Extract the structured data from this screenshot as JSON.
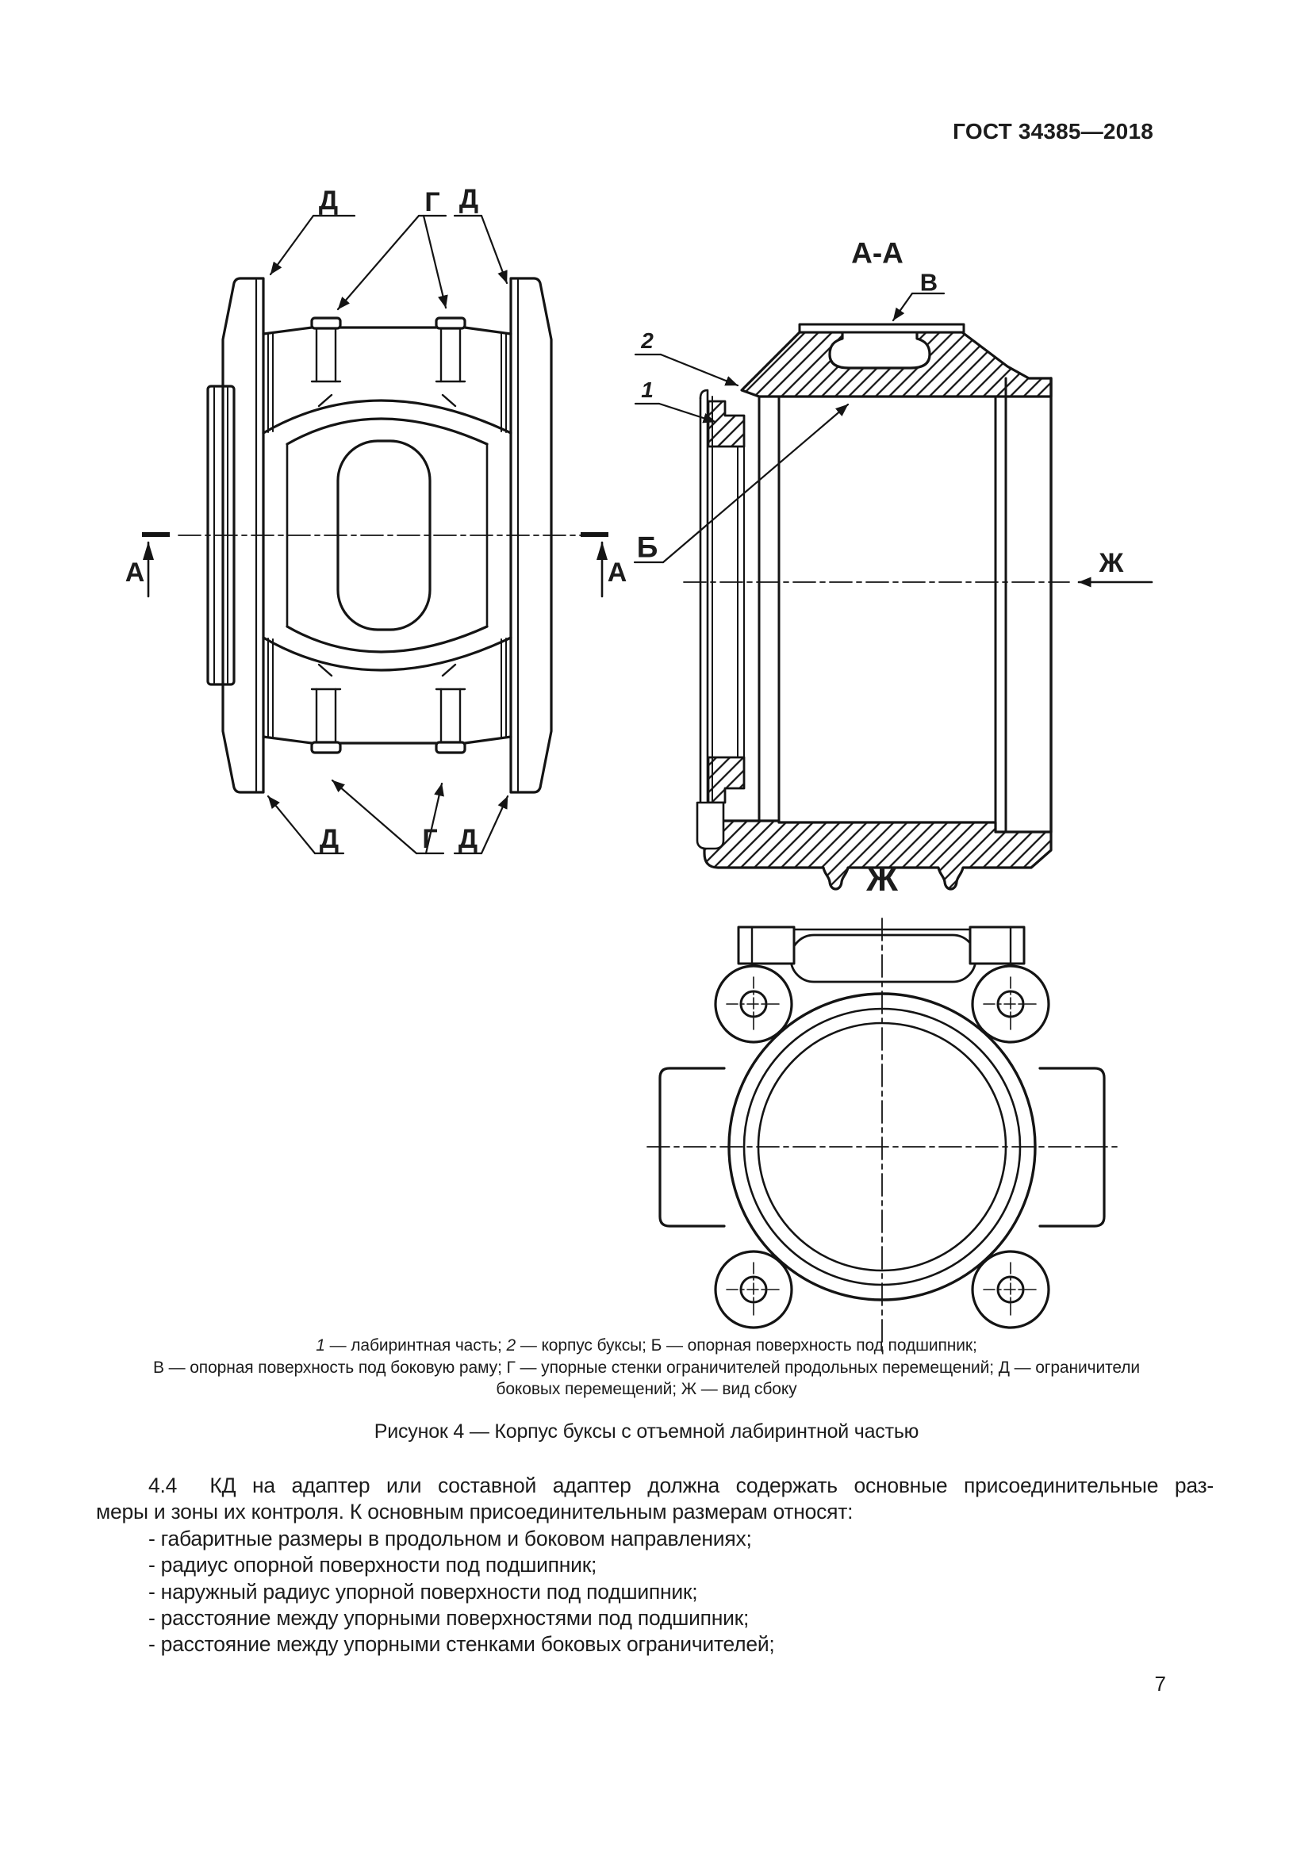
{
  "header": {
    "standard": "ГОСТ 34385—2018"
  },
  "drawing": {
    "front_view": {
      "label_top_left": "Д",
      "label_top_center": "Г",
      "label_top_right": "Д",
      "label_bottom_left": "Д",
      "label_bottom_center": "Г",
      "label_bottom_right": "Д",
      "section_marker_left": "А",
      "section_marker_right": "А"
    },
    "section_view": {
      "title": "А-А",
      "label_side_frame_surface": "В",
      "label_housing_num": "2",
      "label_labyrinth_num": "1",
      "label_bearing_surface": "Б",
      "label_side_view_arrow": "Ж"
    },
    "side_view": {
      "title": "Ж"
    }
  },
  "caption": {
    "line1_num1": "1",
    "line1_text1": " — лабиринтная часть; ",
    "line1_num2": "2",
    "line1_text2": " — корпус буксы; Б — опорная поверхность под подшипник;",
    "line2": "В — опорная поверхность под боковую раму; Г — упорные стенки ограничителей продольных перемещений; Д — ограничители",
    "line3": "боковых перемещений; Ж — вид сбоку",
    "figure_title": "Рисунок 4 — Корпус буксы с отъемной лабиринтной частью"
  },
  "body": {
    "lines": [
      "4.4  КД на адаптер или составной адаптер должна содержать основные присоединительные раз-",
      "меры и зоны их контроля. К основным присоединительным размерам относят:",
      "- габаритные размеры в продольном и боковом направлениях;",
      "- радиус опорной поверхности под подшипник;",
      "- наружный радиус упорной поверхности под подшипник;",
      "- расстояние между упорными поверхностями под подшипник;",
      "- расстояние между упорными стенками боковых ограничителей;"
    ]
  },
  "footer": {
    "page_number": "7"
  }
}
